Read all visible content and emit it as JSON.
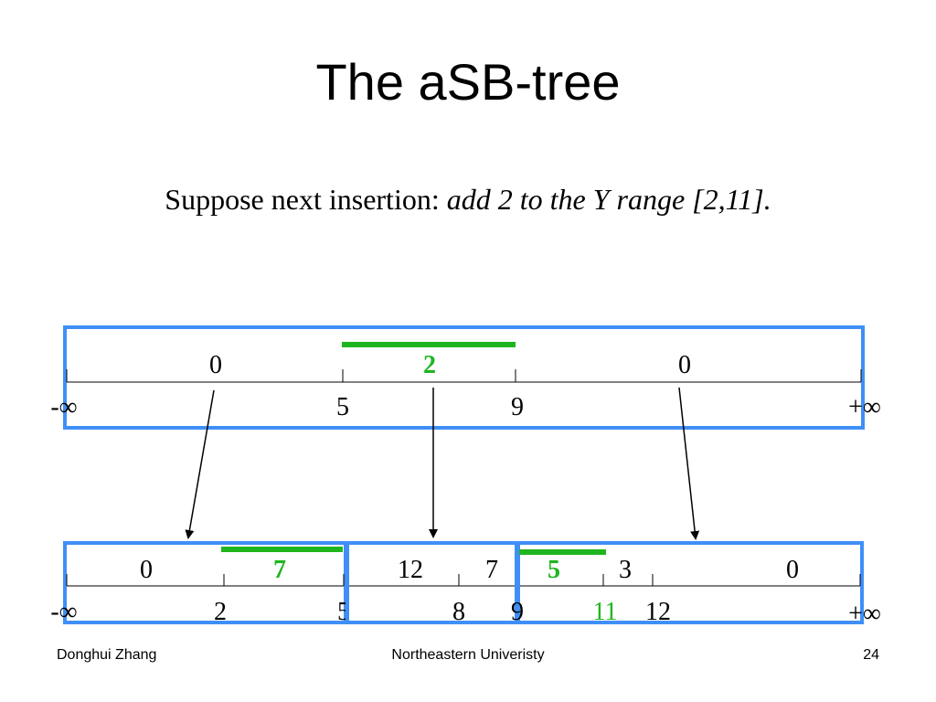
{
  "title": "The aSB-tree",
  "subtitle": {
    "lead": "Suppose next insertion: ",
    "emphasis": "add 2 to the Y range [2,11]."
  },
  "colors": {
    "box_border": "#3f8ff7",
    "highlight": "#1fb51f",
    "line": "#000000"
  },
  "top_node": {
    "values": [
      "0",
      "2",
      "0"
    ],
    "keys": [
      "-∞",
      "5",
      "9",
      "+∞"
    ],
    "highlighted_value": "2"
  },
  "bottom_nodes": [
    {
      "values": [
        "0",
        "7"
      ],
      "keys": [
        "-∞",
        "2",
        "5"
      ],
      "highlighted_value": "7"
    },
    {
      "values": [
        "12",
        "7"
      ],
      "keys": [
        "8"
      ]
    },
    {
      "values": [
        "5",
        "3",
        "0"
      ],
      "keys": [
        "9",
        "11",
        "12",
        "+∞"
      ],
      "highlighted_value": "5",
      "highlighted_key": "11"
    }
  ],
  "footer": {
    "author": "Donghui Zhang",
    "institution": "Northeastern Univeristy",
    "page": "24"
  }
}
